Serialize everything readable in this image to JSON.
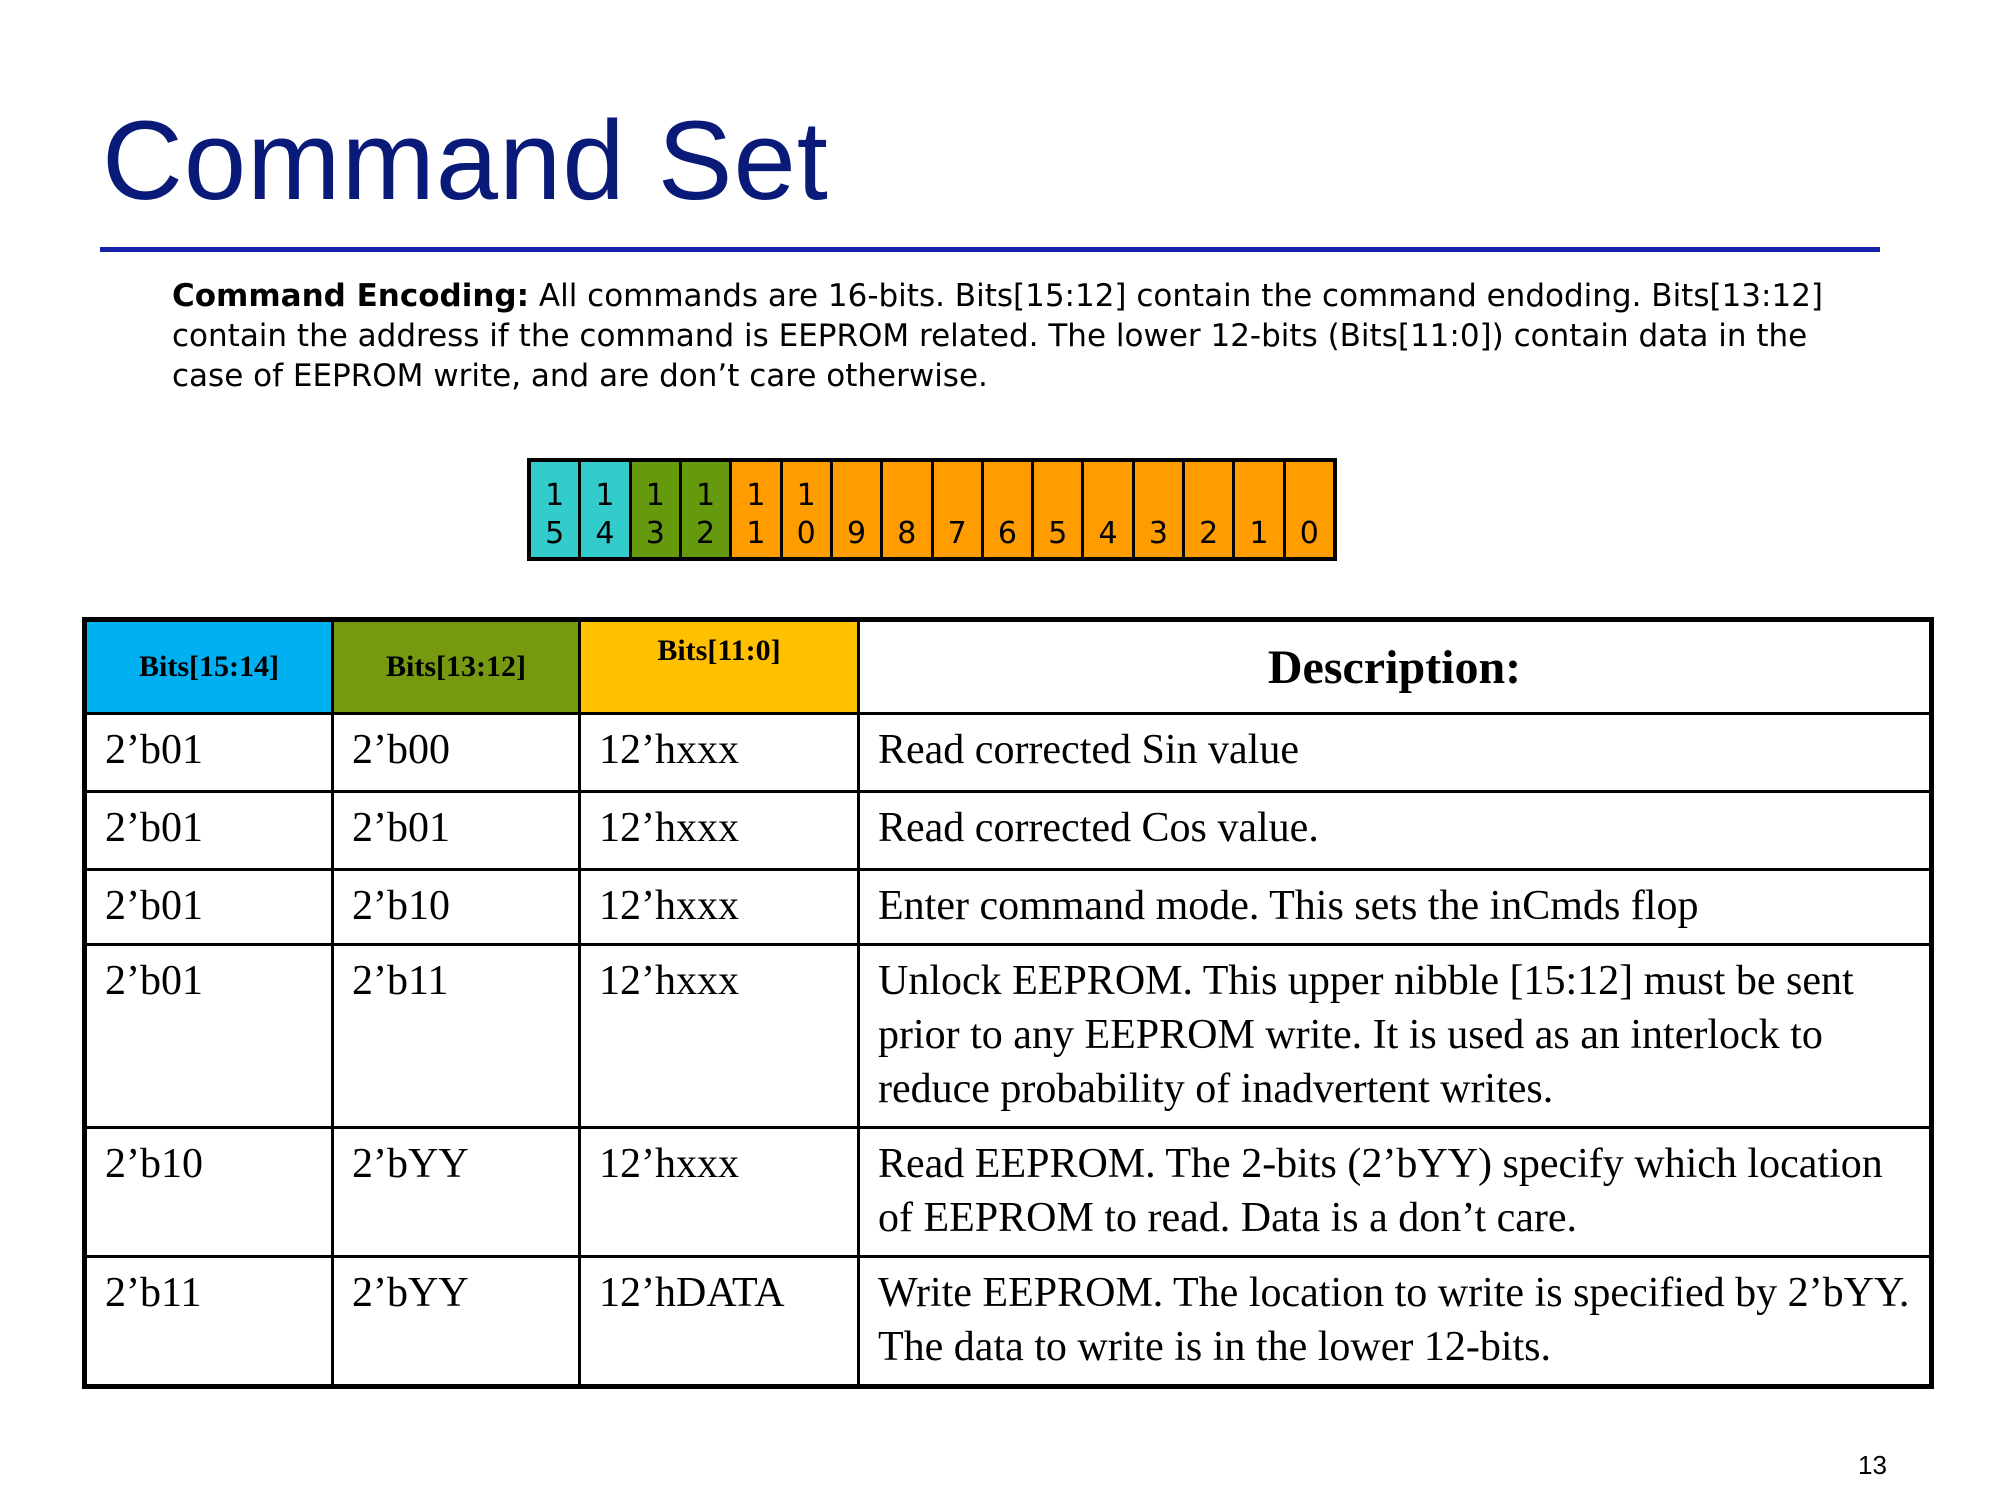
{
  "slide": {
    "title": "Command Set",
    "page_number": "13"
  },
  "intro": {
    "label": "Command Encoding:",
    "text": " All commands are 16-bits.  Bits[15:12] contain the command endoding.  Bits[13:12] contain the address if the command is EEPROM related.  The lower 12-bits (Bits[11:0]) contain data in the case of EEPROM write, and are don’t care otherwise."
  },
  "bitstrip": {
    "colors": {
      "cyan": "#33cccc",
      "green": "#669a0e",
      "orange": "#ff9c00"
    },
    "bits": [
      {
        "top": "1",
        "bottom": "5",
        "color": "cyan"
      },
      {
        "top": "1",
        "bottom": "4",
        "color": "cyan"
      },
      {
        "top": "1",
        "bottom": "3",
        "color": "green"
      },
      {
        "top": "1",
        "bottom": "2",
        "color": "green"
      },
      {
        "top": "1",
        "bottom": "1",
        "color": "orange"
      },
      {
        "top": "1",
        "bottom": "0",
        "color": "orange"
      },
      {
        "top": "",
        "bottom": "9",
        "color": "orange"
      },
      {
        "top": "",
        "bottom": "8",
        "color": "orange"
      },
      {
        "top": "",
        "bottom": "7",
        "color": "orange"
      },
      {
        "top": "",
        "bottom": "6",
        "color": "orange"
      },
      {
        "top": "",
        "bottom": "5",
        "color": "orange"
      },
      {
        "top": "",
        "bottom": "4",
        "color": "orange"
      },
      {
        "top": "",
        "bottom": "3",
        "color": "orange"
      },
      {
        "top": "",
        "bottom": "2",
        "color": "orange"
      },
      {
        "top": "",
        "bottom": "1",
        "color": "orange"
      },
      {
        "top": "",
        "bottom": "0",
        "color": "orange"
      }
    ]
  },
  "table": {
    "header_colors": [
      "#00b0f0",
      "#77990f",
      "#ffc000",
      "#ffffff"
    ],
    "headers": [
      "Bits[15:14]",
      "Bits[13:12]",
      "Bits[11:0]",
      "Description:"
    ],
    "rows": [
      [
        "2’b01",
        "2’b00",
        "12’hxxx",
        "Read corrected Sin value"
      ],
      [
        "2’b01",
        "2’b01",
        "12’hxxx",
        "Read corrected Cos value."
      ],
      [
        "2’b01",
        "2’b10",
        "12’hxxx",
        "Enter command mode.  This sets the inCmds flop"
      ],
      [
        "2’b01",
        "2’b11",
        "12’hxxx",
        "Unlock EEPROM.  This upper nibble [15:12] must be sent prior to any EEPROM write.  It is used as an interlock to reduce probability of inadvertent writes."
      ],
      [
        "2’b10",
        "2’bYY",
        "12’hxxx",
        "Read EEPROM.  The 2-bits (2’bYY) specify which location of EEPROM to read.  Data is a don’t care."
      ],
      [
        "2’b11",
        "2’bYY",
        "12’hDATA",
        "Write EEPROM.  The location to write is specified by 2’bYY.  The data to write is in the lower 12-bits."
      ]
    ]
  }
}
